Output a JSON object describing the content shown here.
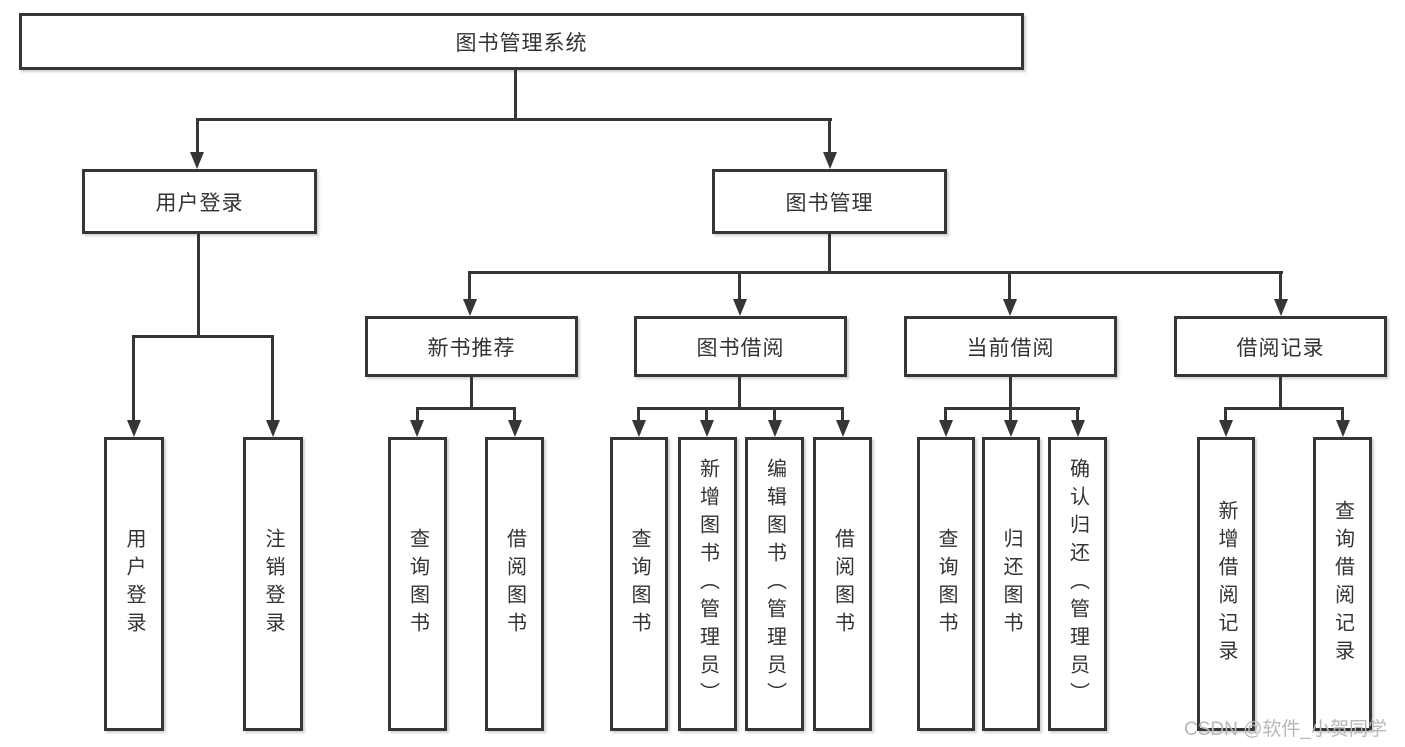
{
  "tree": {
    "root": {
      "label": "图书管理系统"
    },
    "branches": [
      {
        "label": "用户登录",
        "children": [
          {
            "label": "用户登录"
          },
          {
            "label": "注销登录"
          }
        ]
      },
      {
        "label": "图书管理",
        "children": [
          {
            "label": "新书推荐",
            "children": [
              {
                "label": "查询图书"
              },
              {
                "label": "借阅图书"
              }
            ]
          },
          {
            "label": "图书借阅",
            "children": [
              {
                "label": "查询图书"
              },
              {
                "label": "新增图书（管理员）"
              },
              {
                "label": "编辑图书（管理员）"
              },
              {
                "label": "借阅图书"
              }
            ]
          },
          {
            "label": "当前借阅",
            "children": [
              {
                "label": "查询图书"
              },
              {
                "label": "归还图书"
              },
              {
                "label": "确认归还（管理员）"
              }
            ]
          },
          {
            "label": "借阅记录",
            "children": [
              {
                "label": "新增借阅记录"
              },
              {
                "label": "查询借阅记录"
              }
            ]
          }
        ]
      }
    ]
  },
  "watermark": {
    "text": "CSDN @软件_小贺同学"
  },
  "colors": {
    "line": "#363636",
    "box_border": "#363636",
    "text": "#333333",
    "background": "#ffffff",
    "watermark": "#b8b8b8"
  }
}
